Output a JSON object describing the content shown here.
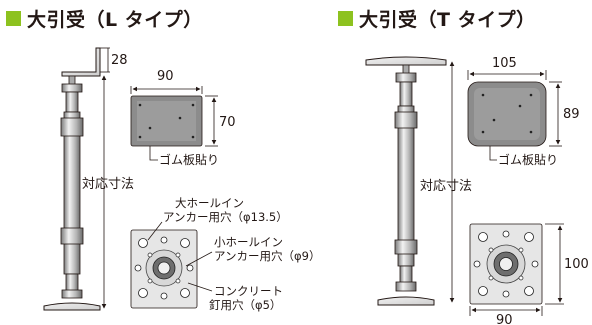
{
  "colors": {
    "accent_square": "#8dc21f",
    "metal_light": "#eeeeee",
    "metal_mid": "#b8b8b8",
    "metal_dark": "#6e6e6e",
    "rubber_pad": "#8c8c8c",
    "line": "#231815"
  },
  "sections": {
    "l_type": {
      "title": "大引受（L タイプ）",
      "dim_top": "28",
      "dim_pad_width": "90",
      "dim_pad_height": "70",
      "label_rubber": "ゴム板貼り",
      "label_height": "対応寸法",
      "label_big_hole_1": "大ホールイン",
      "label_big_hole_2": "アンカー用穴（φ13.5）",
      "label_small_hole_1": "小ホールイン",
      "label_small_hole_2": "アンカー用穴（φ9）",
      "label_nail_1": "コンクリート",
      "label_nail_2": "釘用穴（φ5）"
    },
    "t_type": {
      "title": "大引受（T タイプ）",
      "dim_pad_width": "105",
      "dim_pad_height": "89",
      "label_rubber": "ゴム板貼り",
      "label_height": "対応寸法",
      "dim_base_height": "100",
      "dim_base_width": "90"
    }
  }
}
